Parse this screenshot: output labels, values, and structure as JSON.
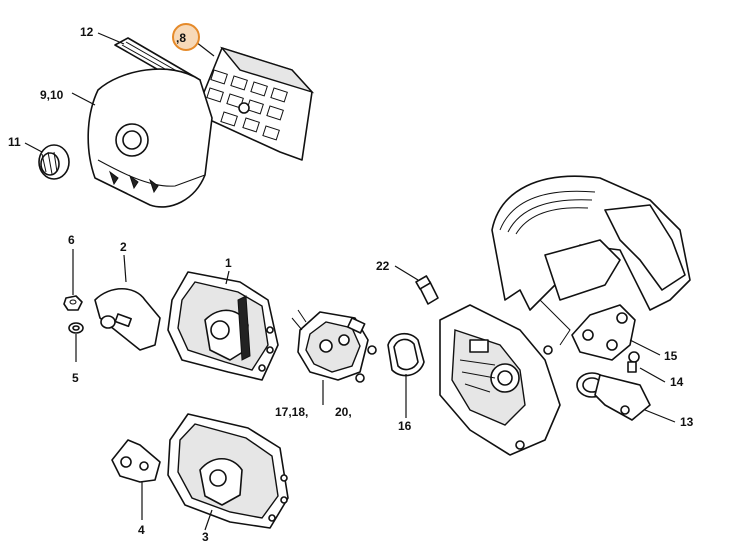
{
  "callouts": {
    "c12": "12",
    "c8": ",8",
    "c910": "9,10",
    "c11": "11",
    "c6": "6",
    "c2": "2",
    "c1": "1",
    "c22": "22",
    "c5": "5",
    "c15": "15",
    "c14": "14",
    "c13": "13",
    "c1718": "17,18,",
    "c20": "20,",
    "c16": "16",
    "c4": "4",
    "c3": "3"
  },
  "highlight": {
    "callout": "8",
    "color": "#e58a2a"
  }
}
